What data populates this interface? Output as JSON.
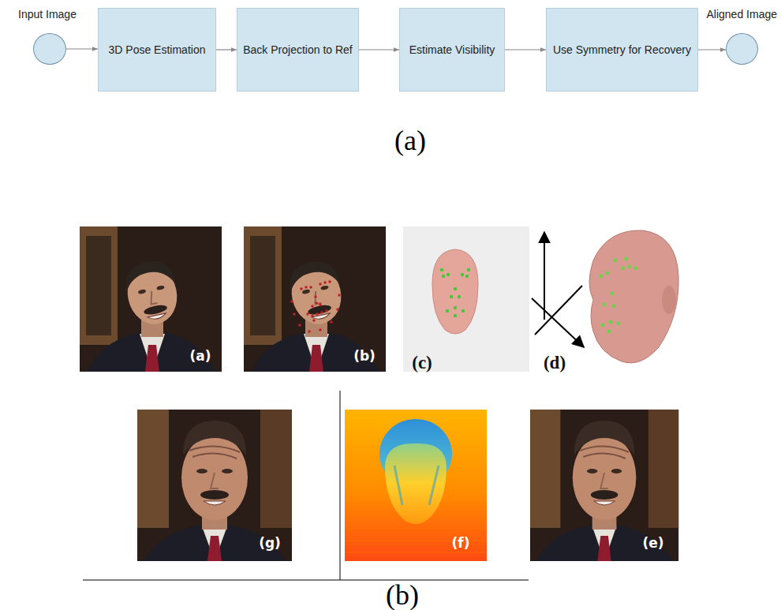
{
  "diagram": {
    "nodes": [
      {
        "text": [
          "Input Image"
        ]
      },
      {
        "text": [
          "3D Pose Estimation"
        ]
      },
      {
        "text": [
          "Back Projection to Ref"
        ]
      },
      {
        "text": [
          "Estimate Visibility"
        ]
      },
      {
        "text": [
          "Use Symmetry for Recovery"
        ]
      },
      {
        "text": [
          "Aligned Image"
        ]
      }
    ],
    "edges": [
      {
        "from": 0,
        "to": 1,
        "arrow": "to"
      },
      {
        "from": 1,
        "to": 2,
        "arrow": "to"
      },
      {
        "from": 2,
        "to": 3,
        "arrow": "to"
      },
      {
        "from": 3,
        "to": 4,
        "arrow": "to"
      },
      {
        "from": 4,
        "to": 5,
        "arrow": "to"
      }
    ],
    "labels": [
      "(a)",
      "(a)",
      "(b)",
      "(c)",
      "(d)",
      "(g)",
      "(f)",
      "(e)",
      "(b)"
    ]
  }
}
